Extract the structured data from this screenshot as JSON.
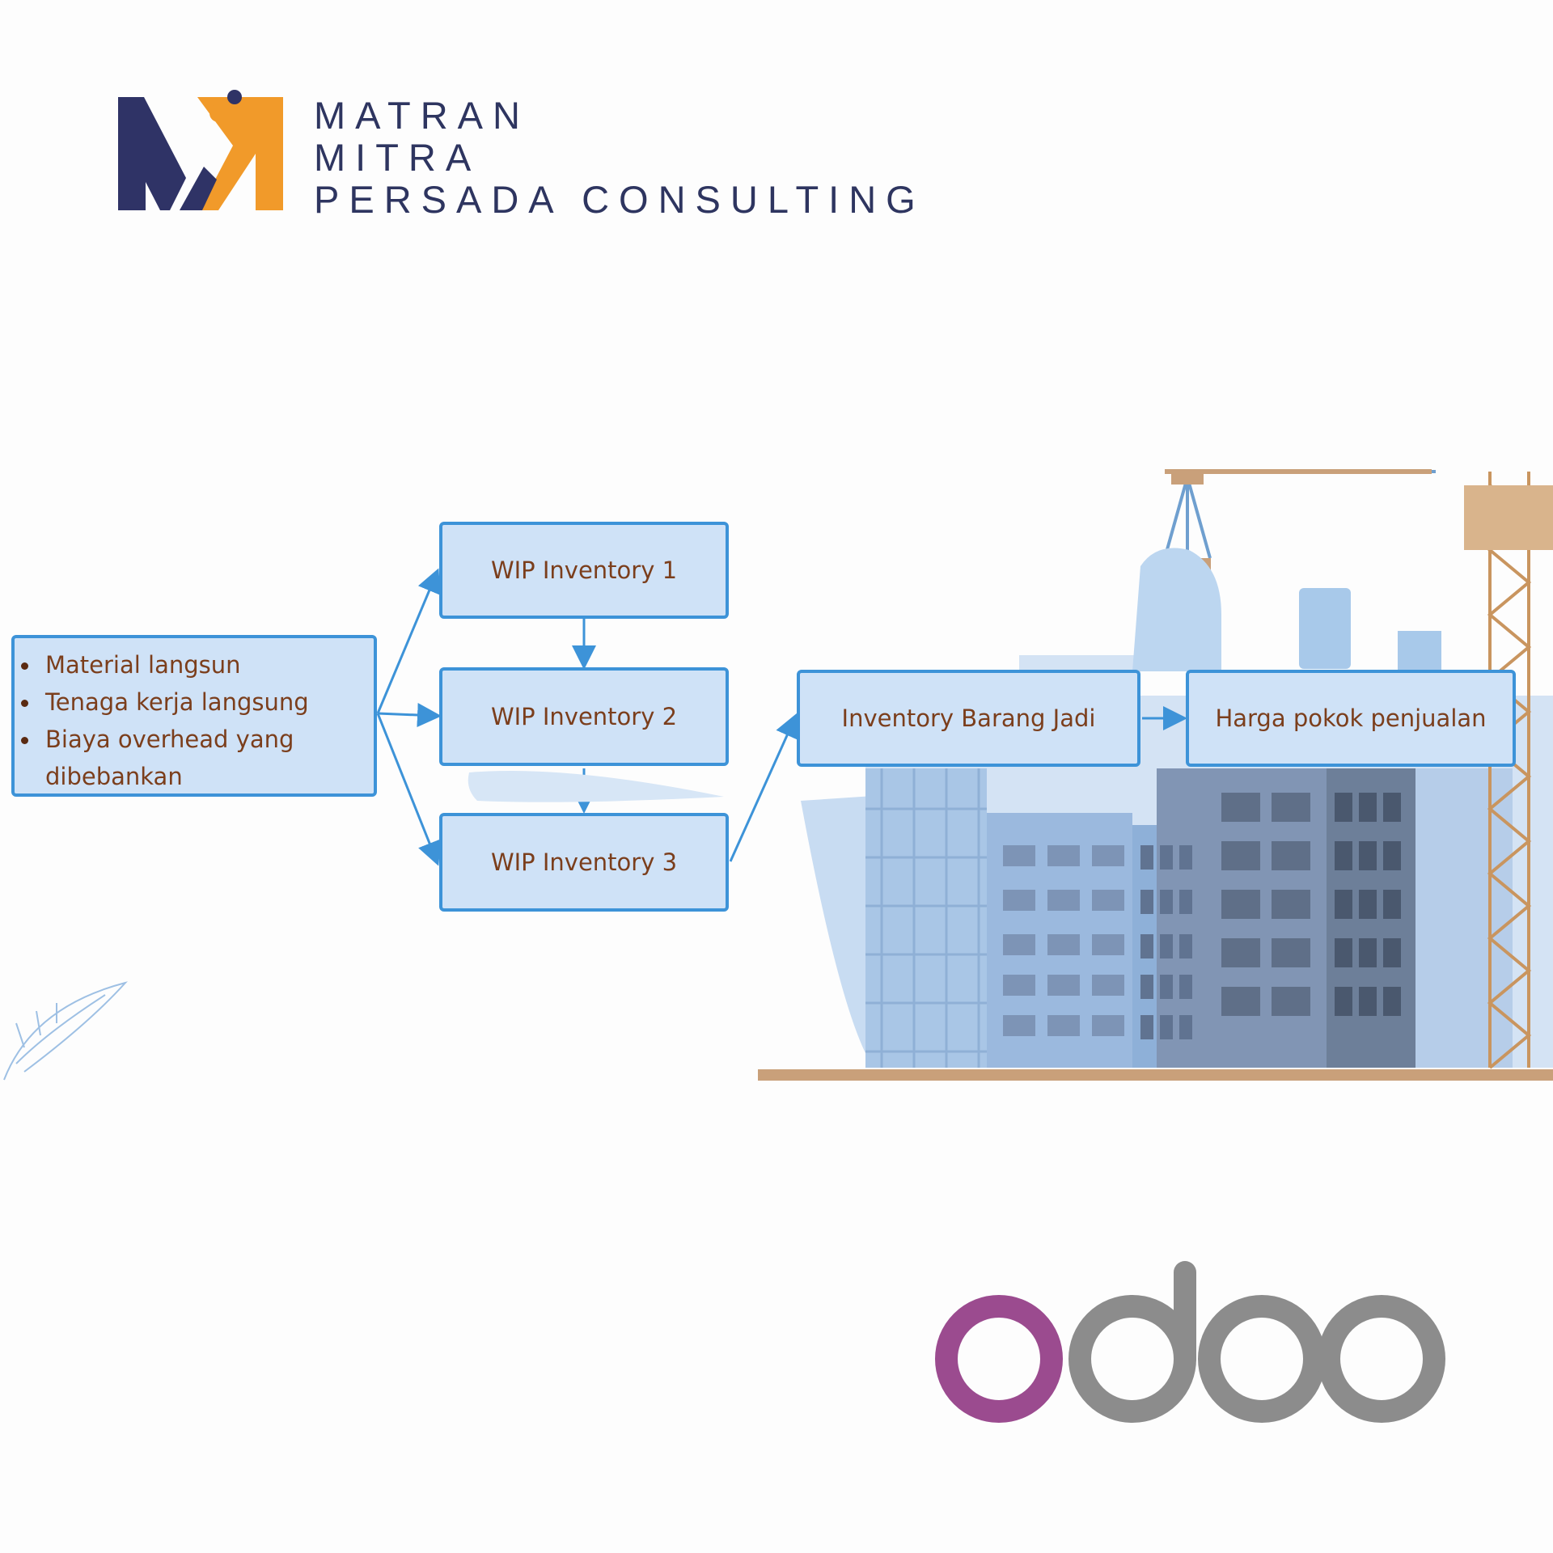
{
  "brand": {
    "line1": "MATRAN",
    "line2": "MITRA",
    "line3": "PERSADA CONSULTING",
    "colors": {
      "navy": "#2f3366",
      "orange": "#f19a2a"
    }
  },
  "diagram": {
    "source_items": [
      "Material langsun",
      "Tenaga kerja langsung",
      "Biaya overhead yang",
      "dibebankan"
    ],
    "wip1": "WIP Inventory 1",
    "wip2": "WIP Inventory 2",
    "wip3": "WIP Inventory 3",
    "finished_goods": "Inventory Barang Jadi",
    "cogs": "Harga pokok penjualan",
    "colors": {
      "box_fill": "#cfe2f7",
      "box_border": "#3d93d8",
      "text": "#7b3e1c"
    }
  },
  "odoo": {
    "brand_colors": {
      "o_purple": "#9b4b8f",
      "gray": "#8c8c8c"
    }
  }
}
